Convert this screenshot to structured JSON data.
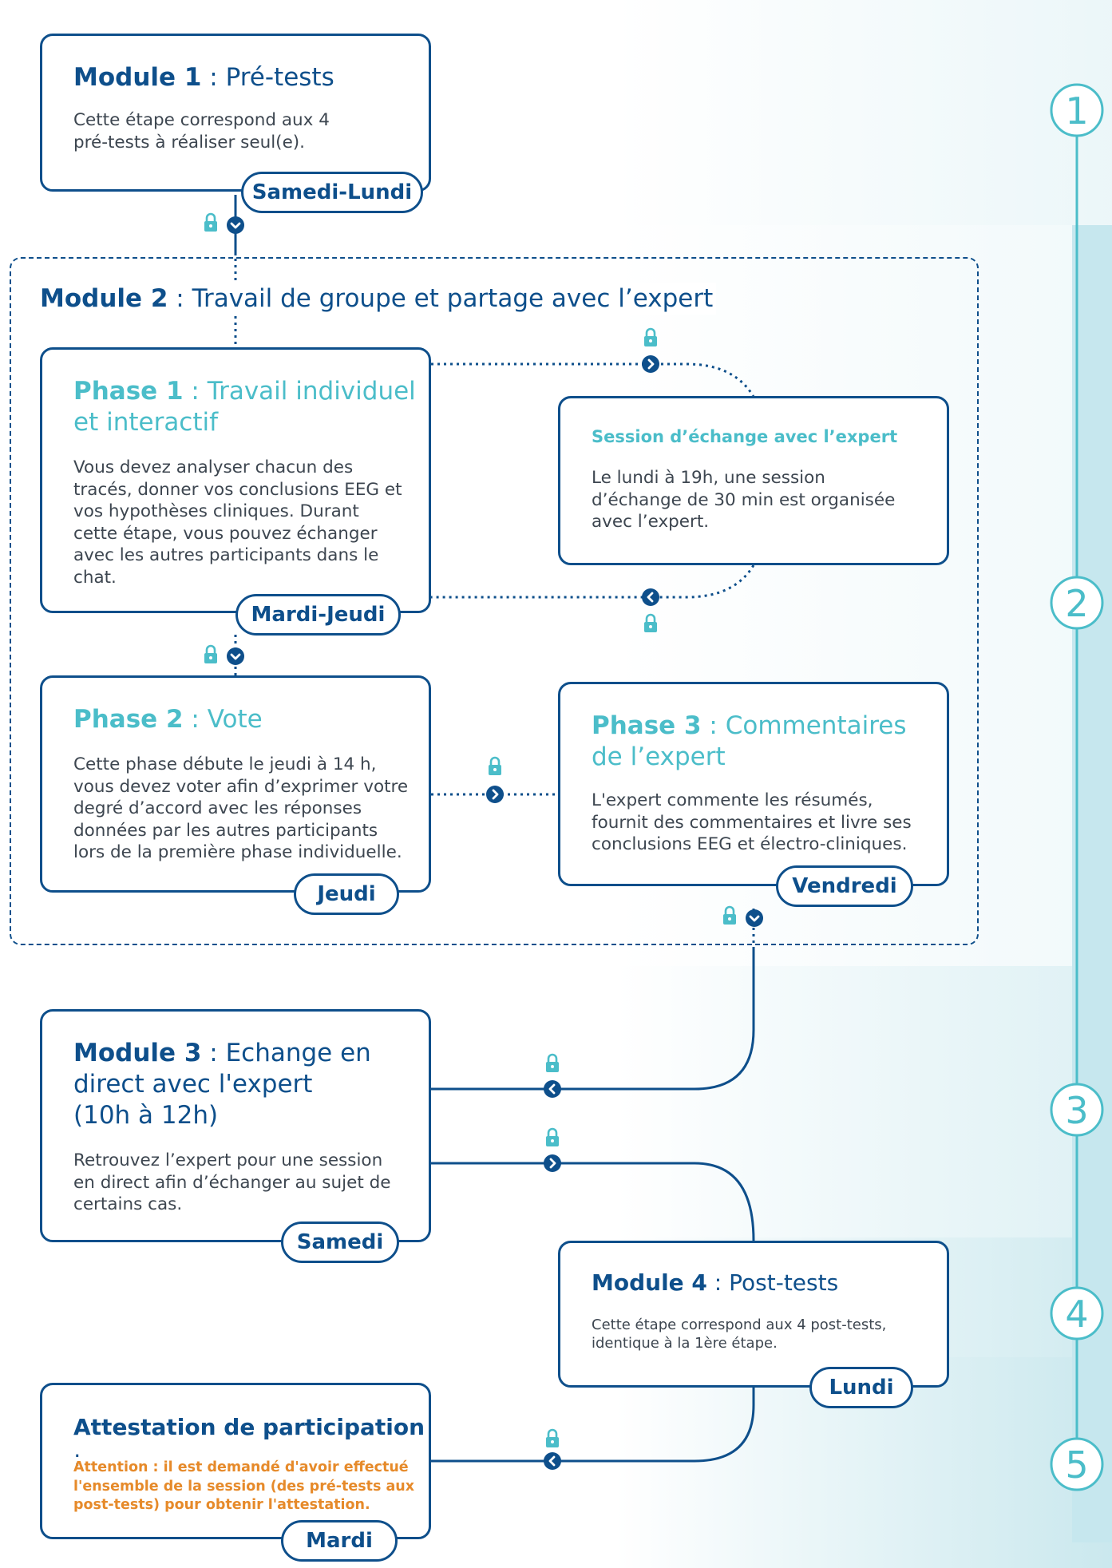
{
  "colors": {
    "navy": "#0e4f8b",
    "teal": "#4bbdc9",
    "orange": "#e68a2a",
    "text": "#3d4650"
  },
  "module1": {
    "bold": "Module 1",
    "rest": " : Pré-tests",
    "desc": [
      "Cette étape correspond aux 4",
      "pré-tests à réaliser seul(e)."
    ],
    "day": "Samedi-Lundi"
  },
  "module2": {
    "bold": "Module 2",
    "rest": " : Travail de groupe et partage avec l’expert"
  },
  "phase1": {
    "bold": "Phase 1",
    "rest": " : Travail individuel",
    "rest2": "et interactif",
    "desc": [
      "Vous devez analyser chacun des",
      "tracés, donner vos conclusions EEG et",
      "vos hypothèses cliniques. Durant",
      "cette étape, vous pouvez échanger",
      "avec les autres participants dans le",
      "chat."
    ],
    "day": "Mardi-Jeudi"
  },
  "session": {
    "title": "Session d’échange avec l’expert",
    "desc": [
      "Le lundi à 19h, une session",
      "d’échange de 30 min est organisée",
      "avec l’expert."
    ]
  },
  "phase2": {
    "bold": "Phase 2",
    "rest": " : Vote",
    "desc": [
      "Cette phase débute le jeudi à 14 h,",
      "vous devez voter afin d’exprimer votre",
      "degré d’accord avec les réponses",
      "données par les autres participants",
      "lors de la première phase individuelle."
    ],
    "day": "Jeudi"
  },
  "phase3": {
    "bold": "Phase 3",
    "rest": " : Commentaires",
    "rest2": "de l’expert",
    "desc": [
      "L'expert commente les résumés,",
      "fournit des commentaires et livre ses",
      "conclusions EEG et électro-cliniques."
    ],
    "day": "Vendredi"
  },
  "module3": {
    "bold": "Module 3",
    "rest": " : Echange en",
    "rest2": "direct avec l'expert",
    "rest3": "(10h à 12h)",
    "desc": [
      "Retrouvez l’expert pour une session",
      "en direct afin d’échanger au sujet de",
      "certains cas."
    ],
    "day": "Samedi"
  },
  "module4": {
    "bold": "Module 4",
    "rest": " : Post-tests",
    "desc": [
      "Cette étape correspond aux 4 post-tests,",
      "identique à la 1ère étape."
    ],
    "day": "Lundi"
  },
  "attestation": {
    "bold": "Attestation de participation",
    "rest": " :",
    "desc": [
      "Attention : il est demandé d'avoir effectué",
      "l'ensemble de la session (des pré-tests aux",
      "post-tests) pour obtenir l'attestation."
    ],
    "day": "Mardi"
  },
  "steps": [
    "1",
    "2",
    "3",
    "4",
    "5"
  ]
}
